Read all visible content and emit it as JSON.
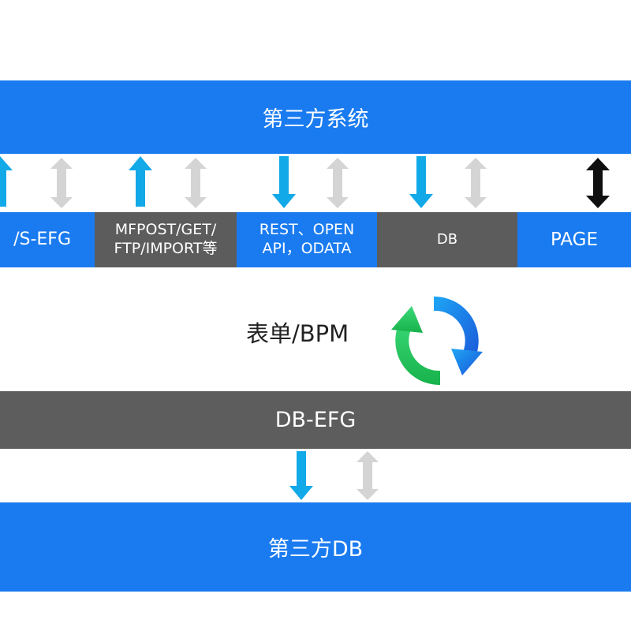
{
  "top_band": {
    "label": "第三方系统"
  },
  "segments": [
    {
      "lines": [
        "/S-EFG"
      ]
    },
    {
      "lines": [
        "MFPOST/GET/",
        "FTP/IMPORT等"
      ]
    },
    {
      "lines": [
        "REST、OPEN",
        "API，ODATA"
      ]
    },
    {
      "lines": [
        "DB"
      ]
    },
    {
      "lines": [
        "PAGE"
      ]
    }
  ],
  "center": {
    "label": "表单/BPM"
  },
  "middle_band": {
    "label": "DB-EFG"
  },
  "bottom_band": {
    "label": "第三方DB"
  },
  "colors": {
    "blue": "#1a7bf0",
    "gray": "#5c5c5c",
    "arrow_cyan": "#12a9e8",
    "arrow_light": "#d4d4d4",
    "arrow_black": "#0f0f0f"
  }
}
